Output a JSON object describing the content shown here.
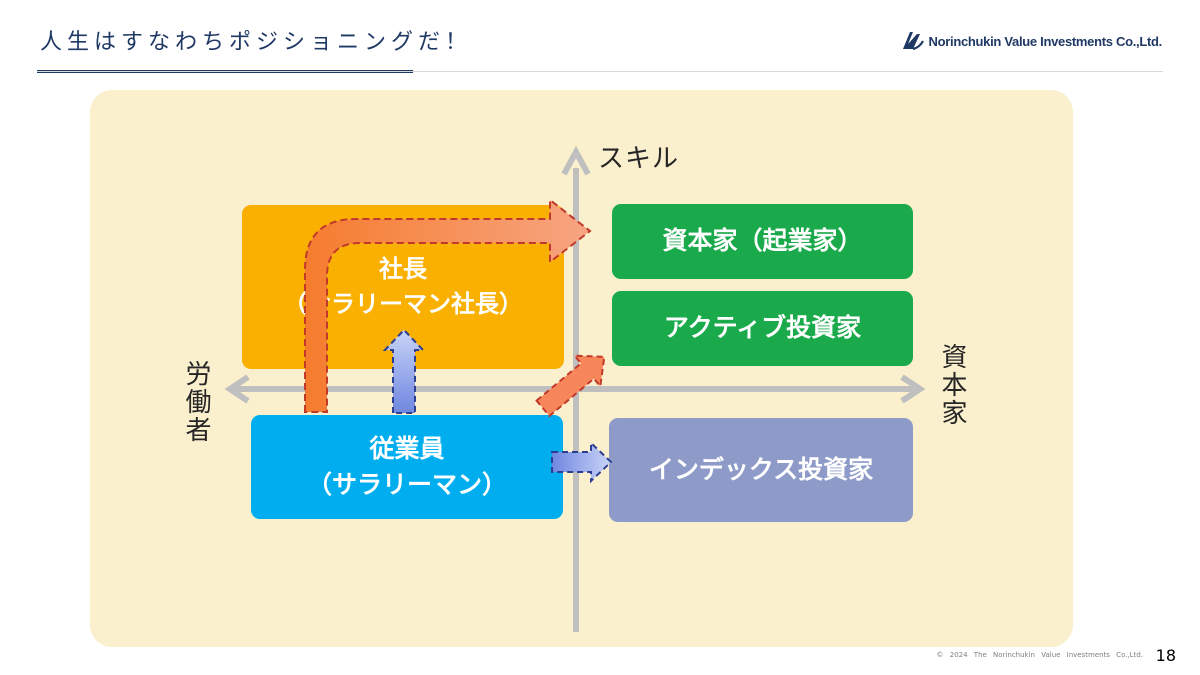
{
  "header": {
    "title": "人生はすなわちポジショニングだ！",
    "logo_text": "Norinchukin Value Investments Co.,Ltd."
  },
  "axes": {
    "vertical_top": "スキル",
    "left": "労働者",
    "right": "資本家"
  },
  "boxes": {
    "president": {
      "line1": "社長",
      "line2": "（サラリーマン社長）"
    },
    "employee": {
      "line1": "従業員",
      "line2": "（サラリーマン）"
    },
    "capitalist_entrepreneur": "資本家（起業家）",
    "active_investor": "アクティブ投資家",
    "index_investor": "インデックス投資家"
  },
  "footer": {
    "copyright": "© 2024 The Norinchukin Value Investments Co.,Ltd.",
    "page_number": "18"
  },
  "colors": {
    "navy": "#1f3864",
    "panel": "#faf0cd",
    "president": "#f9b000",
    "employee": "#00aeef",
    "green": "#1aaa4b",
    "index": "#8e9ac8",
    "orange_arrow": "#f57c2e",
    "blue_arrow": "#7f96e6"
  }
}
